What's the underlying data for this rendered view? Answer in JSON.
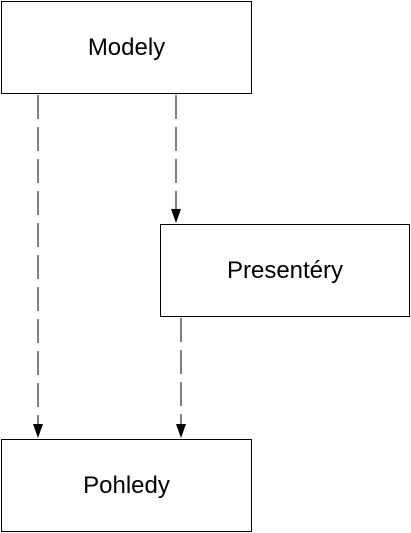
{
  "diagram": {
    "nodes": {
      "models": {
        "label": "Modely"
      },
      "presenters": {
        "label": "Presentéry"
      },
      "views": {
        "label": "Pohledy"
      }
    },
    "edges": [
      {
        "from": "Modely",
        "to": "Pohledy",
        "style": "dashed"
      },
      {
        "from": "Modely",
        "to": "Presentéry",
        "style": "dashed"
      },
      {
        "from": "Presentéry",
        "to": "Pohledy",
        "style": "dashed"
      }
    ],
    "colors": {
      "stroke": "#000000",
      "background": "#ffffff"
    }
  }
}
